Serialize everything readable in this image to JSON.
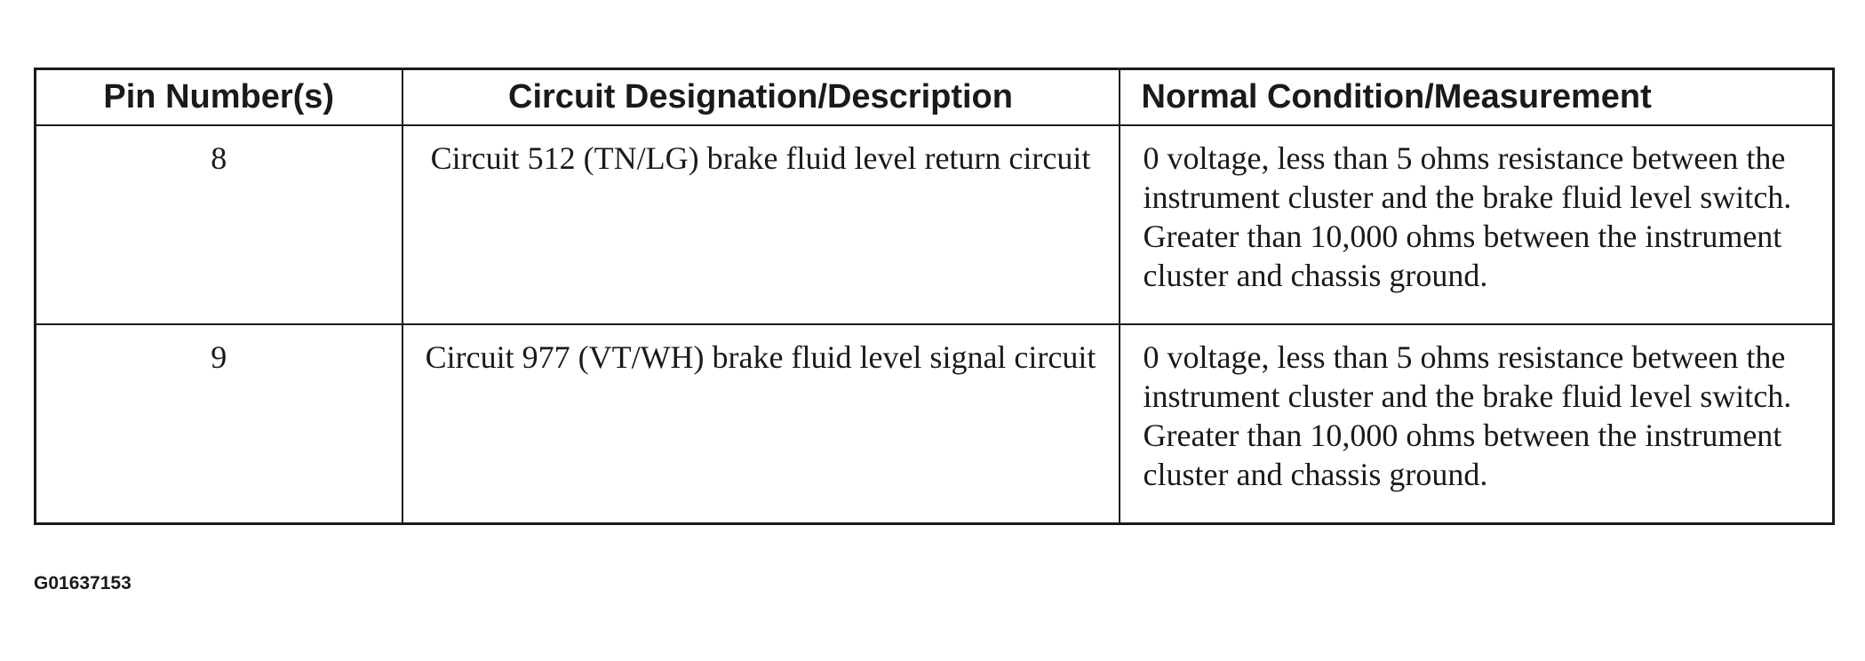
{
  "table": {
    "headers": [
      "Pin Number(s)",
      "Circuit Designation/Description",
      "Normal Condition/Measurement"
    ],
    "rows": [
      {
        "pin": "8",
        "circuit": "Circuit 512 (TN/LG) brake fluid level return circuit",
        "measurement": "0 voltage, less than 5 ohms resistance between the instrument cluster and the brake fluid level switch. Greater than 10,000 ohms between the instrument cluster and chassis ground."
      },
      {
        "pin": "9",
        "circuit": "Circuit 977 (VT/WH) brake fluid level signal circuit",
        "measurement": "0 voltage, less than 5 ohms resistance between the instrument cluster and the brake fluid level switch. Greater than 10,000 ohms between the instrument cluster and chassis ground."
      }
    ]
  },
  "figure_id": "G01637153"
}
